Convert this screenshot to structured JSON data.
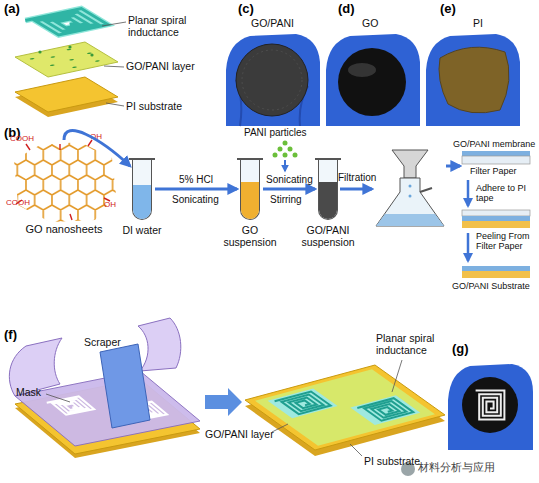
{
  "diagram": {
    "nodes": [
      {
        "text": [
          "GO nanosheets"
        ]
      },
      {
        "text": [
          "DI water"
        ]
      },
      {
        "text": [
          "GO suspension"
        ]
      },
      {
        "text": [
          "GO/PANI suspension"
        ]
      }
    ],
    "edges": [
      {
        "from": 0,
        "to": 1,
        "arrow": "to"
      },
      {
        "from": 1,
        "to": 2,
        "label": "5% HCl",
        "arrow": "to"
      },
      {
        "from": 2,
        "to": 3,
        "label": "Sonicating",
        "arrow": "to"
      }
    ],
    "labels": [
      "(a)",
      "Planar spiral inductance",
      "GO/PANI layer",
      "PI substrate",
      "(c)",
      "GO/PANI",
      "(d)",
      "GO",
      "(e)",
      "PI",
      "(b)",
      "COOH",
      "OH",
      "COOH",
      "OH",
      "PANI particles",
      "Sonicating",
      "Stirring",
      "Filtration",
      "GO/PANI membrane",
      "Filter Paper",
      "Adhere to PI tape",
      "Peeling From Filter Paper",
      "GO/PANI Substrate",
      "(f)",
      "Scraper",
      "Mask",
      "Planar spiral inductance",
      "GO/PANI layer",
      "PI substrate",
      "(g)",
      "材料分析与应用"
    ]
  }
}
